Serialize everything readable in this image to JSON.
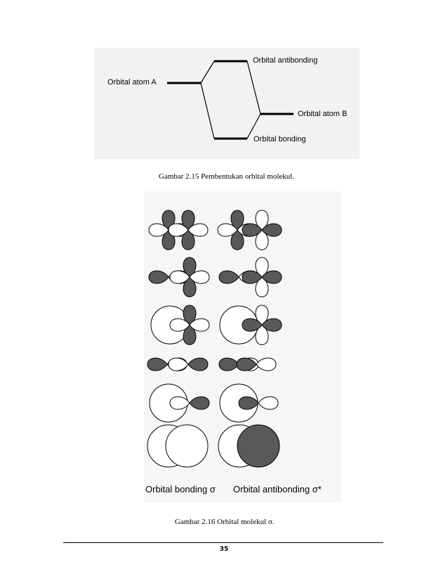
{
  "figure1": {
    "labels": {
      "atom_a": "Orbital atom A",
      "antibonding": "Orbital antibonding",
      "atom_b": "Orbital atom B",
      "bonding": "Orbital bonding"
    },
    "caption": "Gambar 2.15  Pembentukan orbital molekul."
  },
  "figure2": {
    "legend_bonding": "Orbital bonding σ",
    "legend_antibonding": "Orbital antibonding σ*",
    "caption": "Gambar 2.16  Orbital molekul σ."
  },
  "footer": {
    "page_number": "35"
  },
  "colors": {
    "shade": "#595959",
    "line": "#000000"
  }
}
